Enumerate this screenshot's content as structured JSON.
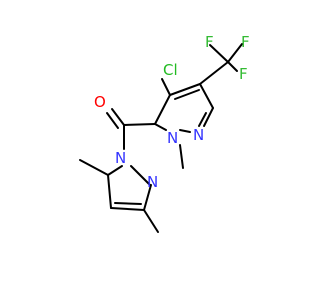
{
  "colors": {
    "bond": "#000000",
    "carbon": "#000000",
    "nitrogen": "#3333ff",
    "oxygen": "#ff0000",
    "chlorine": "#22bb22",
    "fluorine": "#33bb33",
    "background": "#ffffff"
  },
  "atoms": {
    "cl": "Cl",
    "f1": "F",
    "f2": "F",
    "f3": "F",
    "o": "O",
    "n_ring_a_1": "N",
    "n_ring_a_2": "N",
    "n_ring_b_1": "N",
    "n_ring_b_2": "N"
  }
}
